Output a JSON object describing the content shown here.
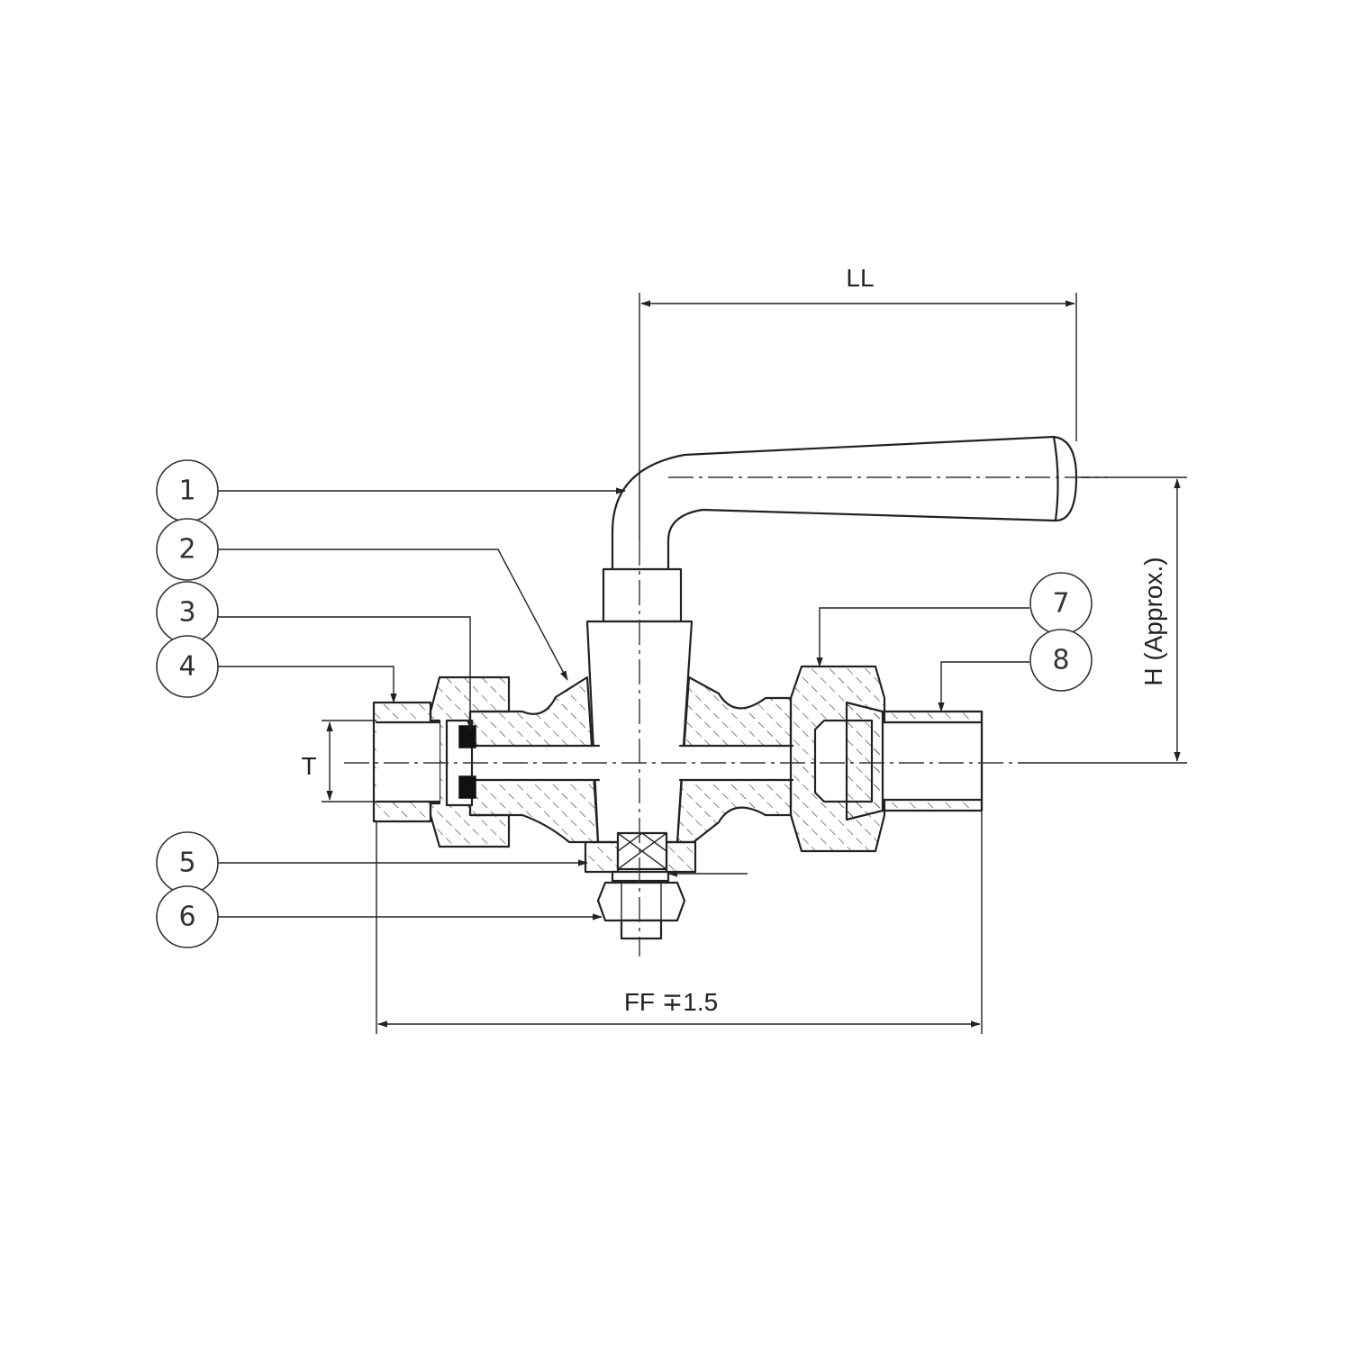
{
  "dimensions": {
    "ll": "LL",
    "h": "H (Approx.)",
    "t": "T",
    "ff": "FF ∓1.5"
  },
  "callouts": [
    "1",
    "2",
    "3",
    "4",
    "5",
    "6",
    "7",
    "8"
  ]
}
